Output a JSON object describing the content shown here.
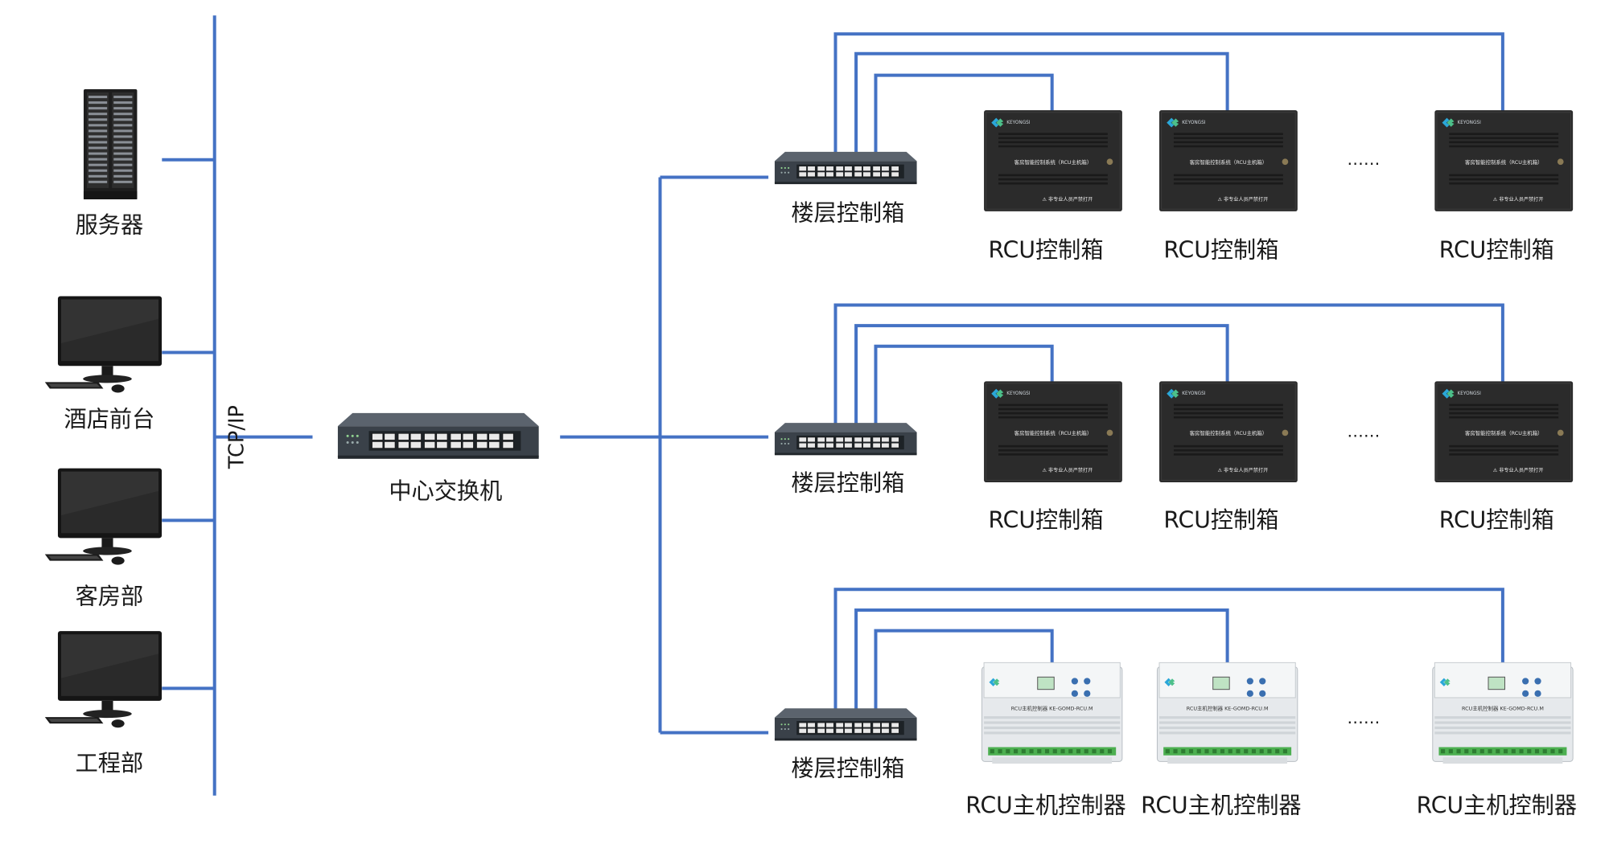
{
  "bus": {
    "label": "TCP/IP"
  },
  "clients": [
    {
      "label": "服务器",
      "icon": "server-rack-icon"
    },
    {
      "label": "酒店前台",
      "icon": "monitor-computer-icon"
    },
    {
      "label": "客房部",
      "icon": "monitor-computer-icon"
    },
    {
      "label": "工程部",
      "icon": "monitor-computer-icon"
    }
  ],
  "central_switch": {
    "label": "中心交换机",
    "icon": "network-switch-icon"
  },
  "floors": [
    {
      "switch_label": "楼层控制箱",
      "ellipsis": "……",
      "devices": [
        {
          "label": "RCU控制箱",
          "icon": "rcu-cabinet-icon",
          "panel_title": "客房智能控制系统（RCU主机箱）",
          "warning": "非专业人员严禁打开",
          "brand": "KEYONGSI"
        },
        {
          "label": "RCU控制箱",
          "icon": "rcu-cabinet-icon",
          "panel_title": "客房智能控制系统（RCU主机箱）",
          "warning": "非专业人员严禁打开",
          "brand": "KEYONGSI"
        },
        {
          "label": "RCU控制箱",
          "icon": "rcu-cabinet-icon",
          "panel_title": "客房智能控制系统（RCU主机箱）",
          "warning": "非专业人员严禁打开",
          "brand": "KEYONGSI"
        }
      ]
    },
    {
      "switch_label": "楼层控制箱",
      "ellipsis": "……",
      "devices": [
        {
          "label": "RCU控制箱",
          "icon": "rcu-cabinet-icon",
          "panel_title": "客房智能控制系统（RCU主机箱）",
          "warning": "非专业人员严禁打开",
          "brand": "KEYONGSI"
        },
        {
          "label": "RCU控制箱",
          "icon": "rcu-cabinet-icon",
          "panel_title": "客房智能控制系统（RCU主机箱）",
          "warning": "非专业人员严禁打开",
          "brand": "KEYONGSI"
        },
        {
          "label": "RCU控制箱",
          "icon": "rcu-cabinet-icon",
          "panel_title": "客房智能控制系统（RCU主机箱）",
          "warning": "非专业人员严禁打开",
          "brand": "KEYONGSI"
        }
      ]
    },
    {
      "switch_label": "楼层控制箱",
      "ellipsis": "……",
      "devices": [
        {
          "label": "RCU主机控制器",
          "icon": "din-rail-controller-icon",
          "panel_title": "RCU主机控制器 KE-GOMD-RCU.M",
          "brand": "KEYONGSI"
        },
        {
          "label": "RCU主机控制器",
          "icon": "din-rail-controller-icon",
          "panel_title": "RCU主机控制器 KE-GOMD-RCU.M",
          "brand": "KEYONGSI"
        },
        {
          "label": "RCU主机控制器",
          "icon": "din-rail-controller-icon",
          "panel_title": "RCU主机控制器 KE-GOMD-RCU.M",
          "brand": "KEYONGSI"
        }
      ]
    }
  ],
  "colors": {
    "wire": "#4472c4",
    "switch_body": "#3a4149",
    "cabinet_body": "#2b2b2b",
    "controller_body": "#e6e9ec",
    "brand_accent": "#2aa7d8"
  }
}
